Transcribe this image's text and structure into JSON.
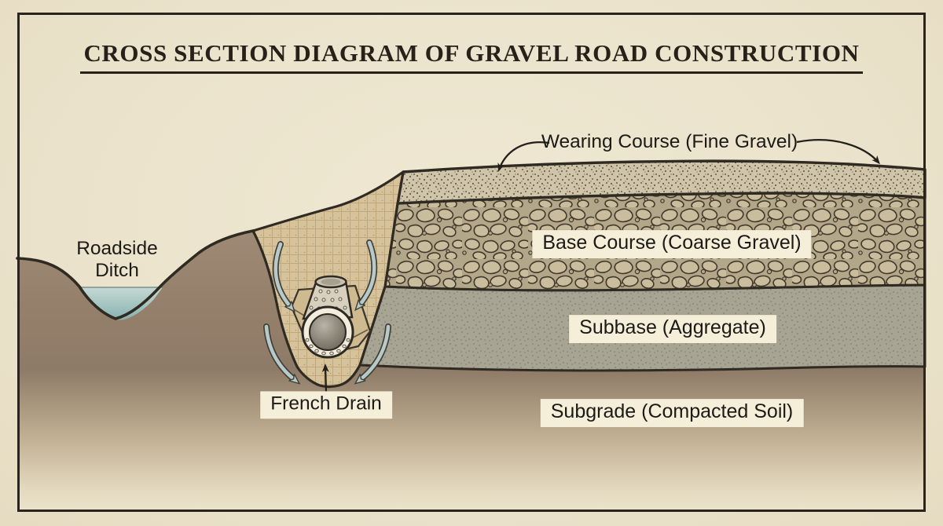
{
  "title": "CROSS SECTION DIAGRAM OF GRAVEL ROAD CONSTRUCTION",
  "diagram_type": "road construction cross section",
  "layers": [
    {
      "id": "wearing-course",
      "label": "Wearing Course (Fine Gravel)",
      "material": "fine gravel",
      "texture": "fine stipple dots"
    },
    {
      "id": "base-course",
      "label": "Base Course (Coarse Gravel)",
      "material": "coarse gravel",
      "texture": "outlined cobbles"
    },
    {
      "id": "subbase",
      "label": "Subbase (Aggregate)",
      "material": "aggregate",
      "texture": "fine speckle"
    },
    {
      "id": "subgrade",
      "label": "Subgrade (Compacted Soil)",
      "material": "compacted soil",
      "texture": "smooth fade"
    }
  ],
  "features": [
    {
      "id": "roadside-ditch",
      "label": "Roadside Ditch",
      "detail": "V-shaped ditch holding water at left of road"
    },
    {
      "id": "french-drain",
      "label": "French Drain",
      "detail": "perforated pipe in sand-filled trench wrapped in fabric, water-flow arrows around it"
    }
  ],
  "colors": {
    "paper": "#ebe3cc",
    "ink": "#28211a",
    "frame": "#2a241d",
    "label_box": "#f5eed9",
    "label_text": "#1c1a16",
    "outline": "#2f2a22",
    "water_top": "#c7dad4",
    "water_bottom": "#86b2af",
    "trench_sand": "#d7c39b",
    "wearing_course": "#cfc5aa",
    "base_course_stone": "#c9bd9e",
    "base_course_bg": "#b2a789",
    "subbase": "#a8a494",
    "subgrade_top": "#917e6a",
    "soil": "#9a8671",
    "flow_arrow": "#b9c8c8",
    "pipe_ring": "#f2ecdc",
    "pipe_bore": "#6e6960"
  }
}
